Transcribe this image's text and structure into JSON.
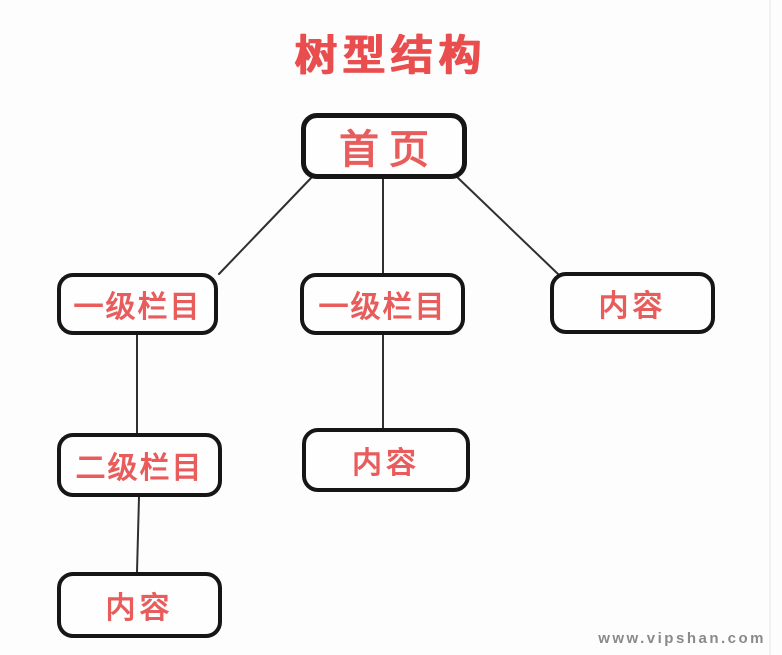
{
  "title": "树型结构",
  "watermark": "www.vipshan.com",
  "colors": {
    "background": "#fdfdfd",
    "title_red": "#e94d4d",
    "accent_red": "#e85c5c",
    "node_border": "#161616",
    "line": "#2f2f2f",
    "watermark_gray": "#8a8a8a"
  },
  "nodes": [
    {
      "id": "home",
      "label": "首页"
    },
    {
      "id": "level1_left",
      "label": "一级栏目"
    },
    {
      "id": "level1_mid",
      "label": "一级栏目"
    },
    {
      "id": "content_right",
      "label": "内容"
    },
    {
      "id": "level2_left",
      "label": "二级栏目"
    },
    {
      "id": "content_mid",
      "label": "内容"
    },
    {
      "id": "content_bottom",
      "label": "内容"
    }
  ],
  "edges": [
    {
      "from": "home",
      "to": "level1_left"
    },
    {
      "from": "home",
      "to": "level1_mid"
    },
    {
      "from": "home",
      "to": "content_right"
    },
    {
      "from": "level1_left",
      "to": "level2_left"
    },
    {
      "from": "level1_mid",
      "to": "content_mid"
    },
    {
      "from": "level2_left",
      "to": "content_bottom"
    }
  ]
}
